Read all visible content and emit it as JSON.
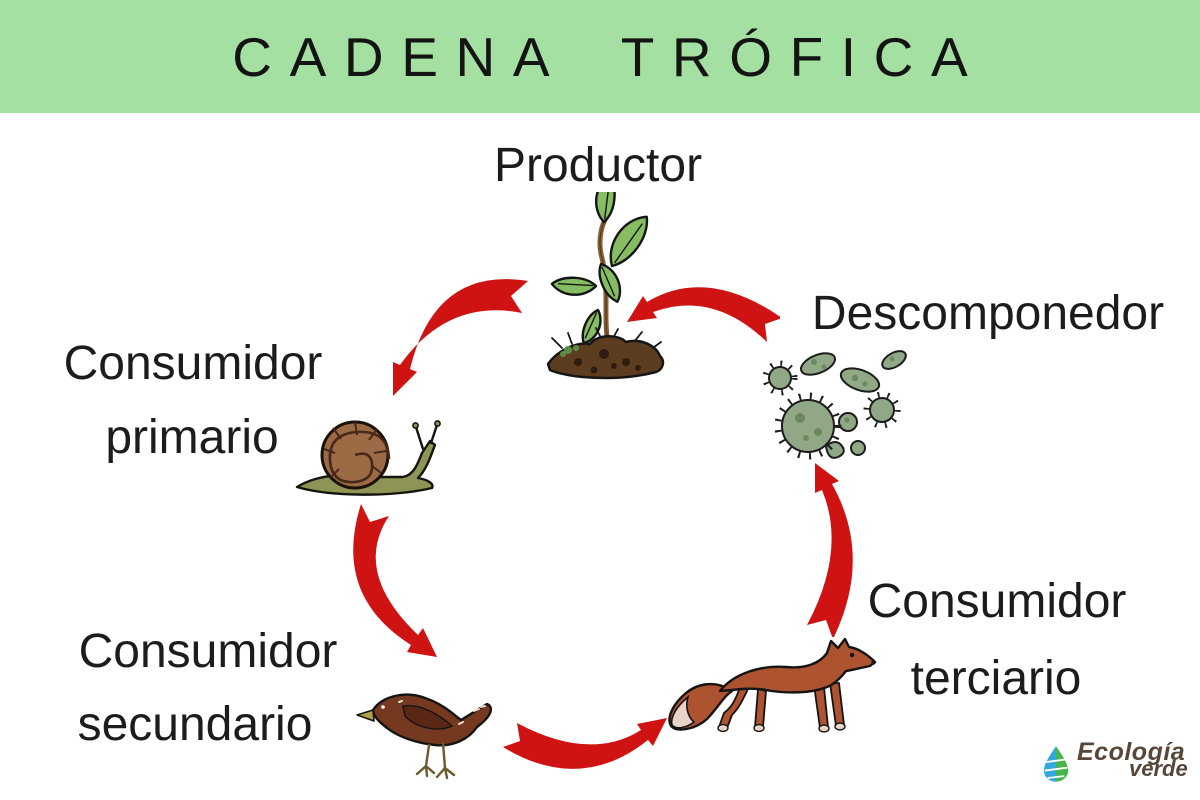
{
  "header": {
    "title": "CADENA TRÓFICA",
    "background_color": "#a4e0a2"
  },
  "diagram": {
    "nodes": {
      "producer": {
        "label": "Productor",
        "organism": "plant-seedling"
      },
      "decomposer": {
        "label": "Descomponedor",
        "organism": "bacteria-microbes"
      },
      "primary_consumer": {
        "line1": "Consumidor",
        "line2": "primario",
        "organism": "snail"
      },
      "secondary_consumer": {
        "line1": "Consumidor",
        "line2": "secundario",
        "organism": "bird"
      },
      "tertiary_consumer": {
        "line1": "Consumidor",
        "line2": "terciario",
        "organism": "fox"
      }
    },
    "arrows": [
      {
        "from": "Productor",
        "to": "Consumidor primario"
      },
      {
        "from": "Consumidor primario",
        "to": "Consumidor secundario"
      },
      {
        "from": "Consumidor secundario",
        "to": "Consumidor terciario"
      },
      {
        "from": "Consumidor terciario",
        "to": "Descomponedor"
      },
      {
        "from": "Descomponedor",
        "to": "Productor"
      }
    ],
    "arrow_color": "#cf1212",
    "text_color": "#1c1c1c"
  },
  "logo": {
    "line1": "Ecología",
    "line2": "verde",
    "icon": "leaf-icon",
    "text_color": "#584738",
    "leaf_blue": "#34a7de",
    "leaf_green": "#48b54c"
  }
}
